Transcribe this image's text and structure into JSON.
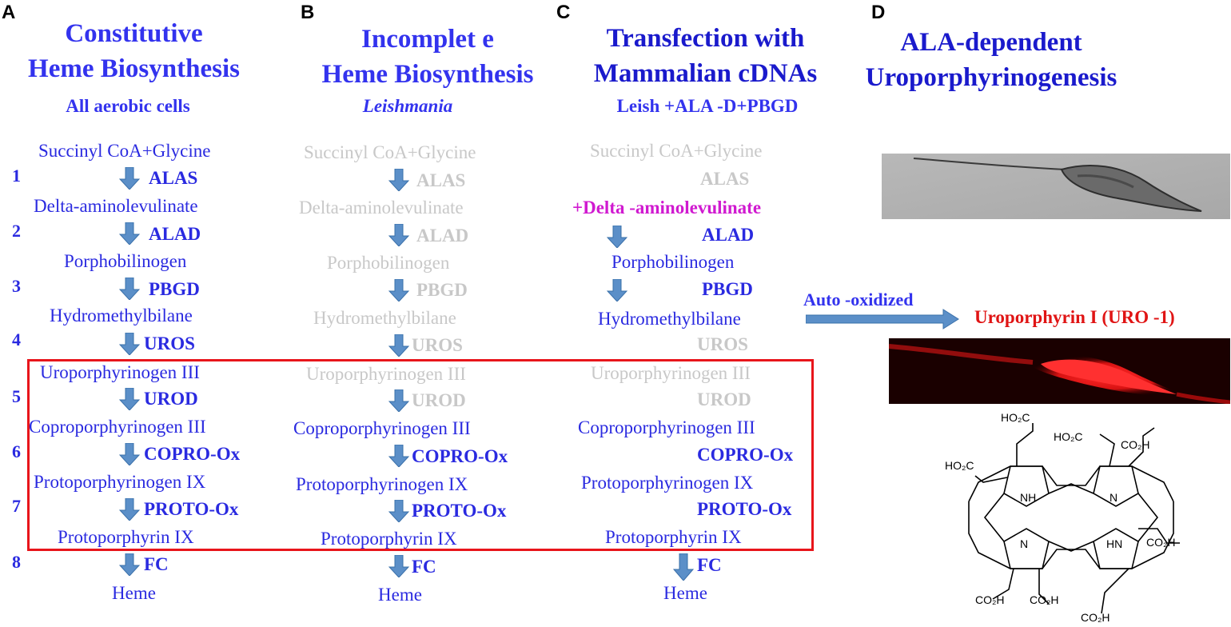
{
  "colors": {
    "blue_text": "#2a2ae0",
    "gray_text": "#c8c8c8",
    "ala_magenta": "#d01ad0",
    "red_box": "#e8151b",
    "arrow_fill": "#5b8fc8",
    "uro_red": "#e01414"
  },
  "panels": {
    "a": {
      "letter": "A",
      "title1": "Constitutive",
      "title2": "Heme Biosynthesis",
      "subtitle": "All aerobic cells",
      "steps": [
        "1",
        "2",
        "3",
        "4",
        "5",
        "6",
        "7",
        "8"
      ],
      "metabolites": [
        "Succinyl CoA+Glycine",
        "Delta-aminolevulinate",
        "Porphobilinogen",
        "Hydromethylbilane",
        "Uroporphyrinogen III",
        "Coproporphyrinogen III",
        "Protoporphyrinogen IX",
        "Protoporphyrin IX",
        "Heme"
      ],
      "enzymes": [
        "ALAS",
        "ALAD",
        "PBGD",
        "UROS",
        "UROD",
        "COPRO-Ox",
        "PROTO-Ox",
        "FC"
      ]
    },
    "b": {
      "letter": "B",
      "title1": "Incomplet e",
      "title2": "Heme Biosynthesis",
      "subtitle": "Leishmania",
      "metabolites": [
        "Succinyl CoA+Glycine",
        "Delta-aminolevulinate",
        "Porphobilinogen",
        "Hydromethylbilane",
        "Uroporphyrinogen III",
        "Coproporphyrinogen III",
        "Protoporphyrinogen IX",
        "Protoporphyrin IX",
        "Heme"
      ],
      "enzymes": [
        "ALAS",
        "ALAD",
        "PBGD",
        "UROS",
        "UROD",
        "COPRO-Ox",
        "PROTO-Ox",
        "FC"
      ]
    },
    "c": {
      "letter": "C",
      "title1": "Transfection with",
      "title2": "Mammalian cDNAs",
      "subtitle": "Leish +ALA -D+PBGD",
      "metabolites": [
        "Succinyl CoA+Glycine",
        "+Delta -aminolevulinate",
        "Porphobilinogen",
        "Hydromethylbilane",
        "Uroporphyrinogen III",
        "Coproporphyrinogen III",
        "Protoporphyrinogen IX",
        "Protoporphyrin IX",
        "Heme"
      ],
      "enzymes": [
        "ALAS",
        "ALAD",
        "PBGD",
        "UROS",
        "UROD",
        "COPRO-Ox",
        "PROTO-Ox",
        "FC"
      ]
    },
    "d": {
      "letter": "D",
      "title1": "ALA-dependent",
      "title2": "Uroporphyrinogenesis",
      "auto_oxidized": "Auto -oxidized",
      "uro_label": "Uroporphyrin I (URO -1)",
      "mol_labels": [
        "HO₂C",
        "HO₂C",
        "CO₂H",
        "HO₂C",
        "NH",
        "N",
        "N",
        "HN",
        "CO₂H",
        "CO₂H",
        "CO₂H",
        "CO₂H"
      ]
    }
  }
}
